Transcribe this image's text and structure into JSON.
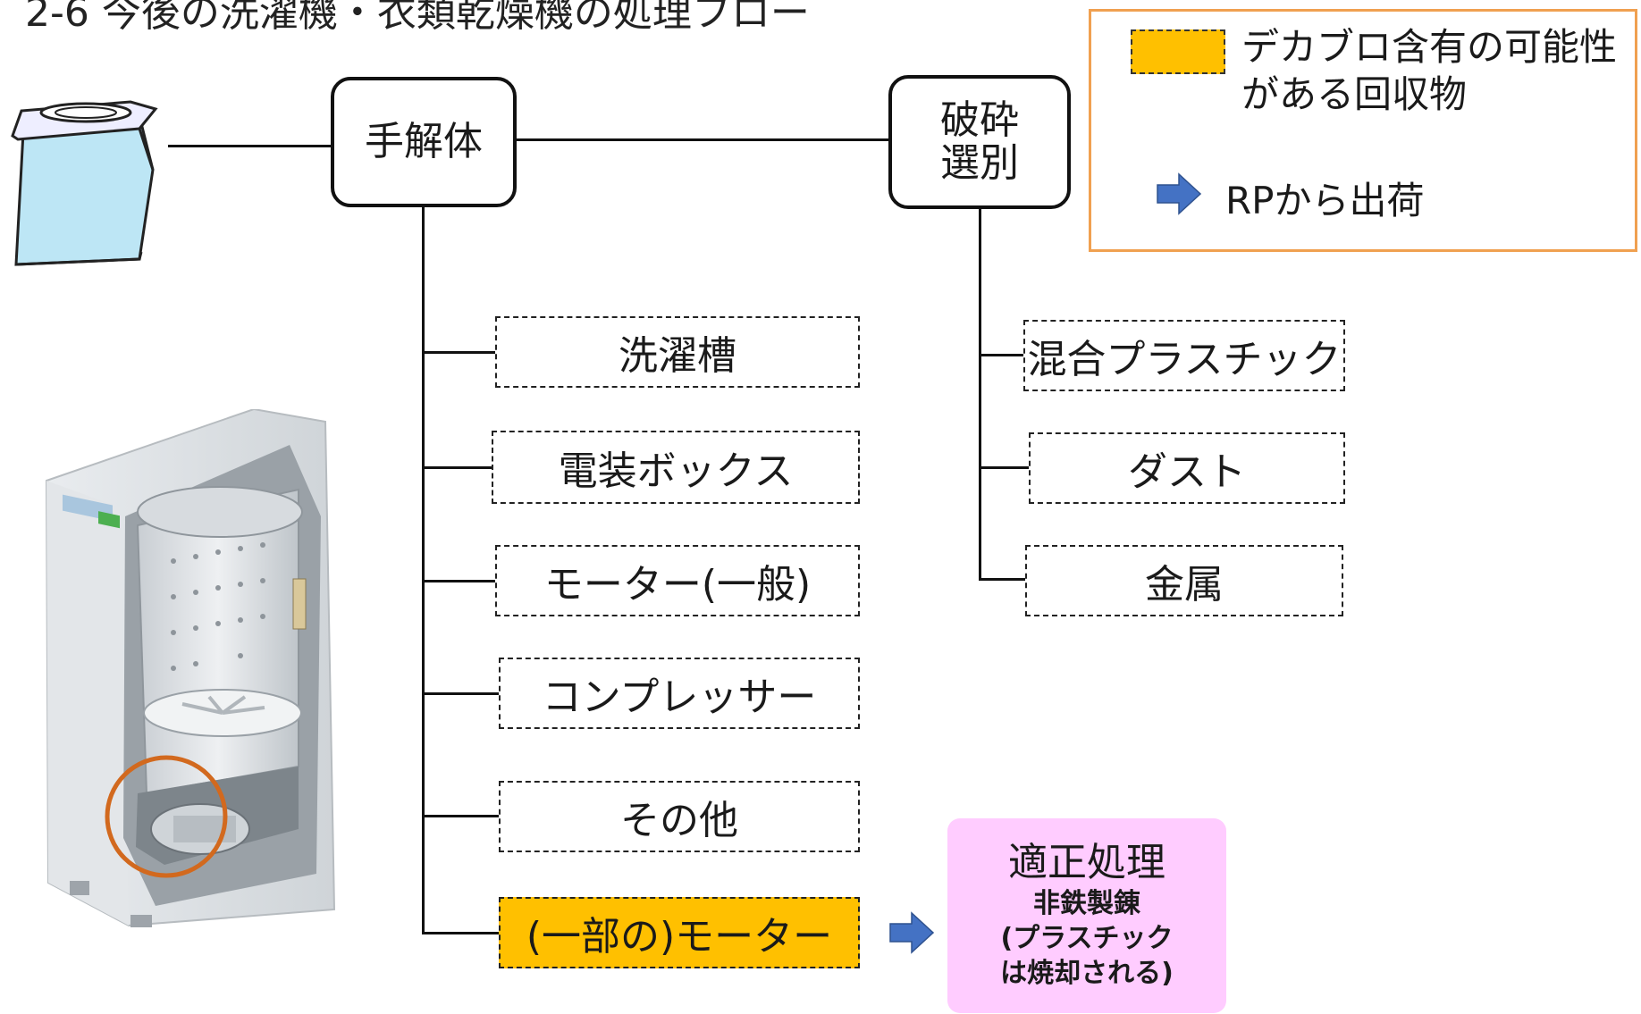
{
  "title": "2-6 今後の洗濯機・衣類乾燥機の処理フロー",
  "nodes": {
    "manual_dismantle": "手解体",
    "crushing_sorting": "破砕\n選別"
  },
  "manual_outputs": [
    "洗濯槽",
    "電装ボックス",
    "モーター(一般)",
    "コンプレッサー",
    "その他",
    "(一部の)モーター"
  ],
  "crush_outputs": [
    "混合プラスチック",
    "ダスト",
    "金属"
  ],
  "legend": {
    "decabro_label": "デカブロ含有の可能性\nがある回収物",
    "shipping_label": "RPから出荷"
  },
  "result": {
    "title": "適正処理",
    "sub": "非鉄製錬\n(プラスチック\nは焼却される)"
  },
  "colors": {
    "decabro_fill": "#ffc000",
    "arrow_fill": "#4472c4",
    "legend_border": "#f0a050",
    "result_fill": "#ffccff",
    "highlight_circle": "#d2691e"
  },
  "icons": {
    "washer_small": "washing-machine-icon",
    "washer_cutaway": "washing-machine-cutaway-illustration",
    "arrow": "right-arrow-icon"
  }
}
